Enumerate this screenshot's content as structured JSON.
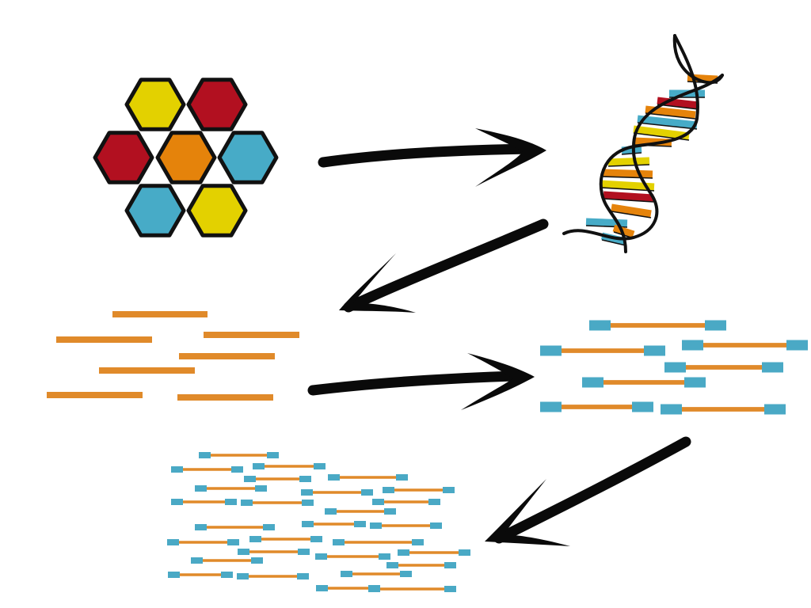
{
  "colors": {
    "background": "#ffffff",
    "outline": "#111111",
    "yellow": "#e3d100",
    "red": "#b21020",
    "orange": "#e5830b",
    "blue": "#47abc7",
    "fragment": "#e08a2a",
    "adapter": "#4aa9c5",
    "arrow": "#0a0a0a"
  },
  "steps": [
    {
      "name": "cell-cluster",
      "icon": "hexagon-cells-icon"
    },
    {
      "name": "dna-helix",
      "icon": "dna-double-helix-icon"
    },
    {
      "name": "fragmented-dna",
      "icon": "dna-fragments-icon"
    },
    {
      "name": "adapter-ligated-fragments",
      "icon": "adapter-fragments-icon"
    },
    {
      "name": "sequencing-library",
      "icon": "library-fragments-icon"
    }
  ],
  "arrows": [
    {
      "from": "cell-cluster",
      "to": "dna-helix"
    },
    {
      "from": "dna-helix",
      "to": "fragmented-dna"
    },
    {
      "from": "fragmented-dna",
      "to": "adapter-ligated-fragments"
    },
    {
      "from": "adapter-ligated-fragments",
      "to": "sequencing-library"
    }
  ]
}
